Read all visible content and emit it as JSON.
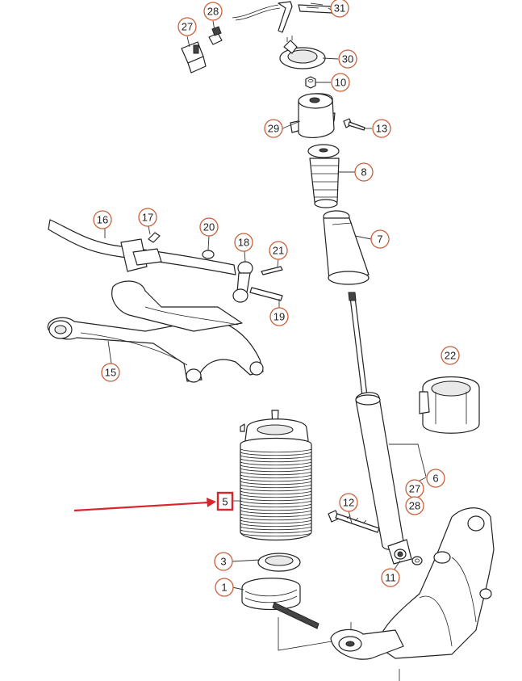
{
  "callouts": [
    {
      "id": "c27a",
      "label": "27"
    },
    {
      "id": "c28a",
      "label": "28"
    },
    {
      "id": "c31",
      "label": "31"
    },
    {
      "id": "c30",
      "label": "30"
    },
    {
      "id": "c10",
      "label": "10"
    },
    {
      "id": "c29",
      "label": "29"
    },
    {
      "id": "c13",
      "label": "13"
    },
    {
      "id": "c8",
      "label": "8"
    },
    {
      "id": "c7",
      "label": "7"
    },
    {
      "id": "c16",
      "label": "16"
    },
    {
      "id": "c17",
      "label": "17"
    },
    {
      "id": "c20",
      "label": "20"
    },
    {
      "id": "c18",
      "label": "18"
    },
    {
      "id": "c21",
      "label": "21"
    },
    {
      "id": "c19",
      "label": "19"
    },
    {
      "id": "c15",
      "label": "15"
    },
    {
      "id": "c22",
      "label": "22"
    },
    {
      "id": "c6",
      "label": "6"
    },
    {
      "id": "c27b",
      "label": "27"
    },
    {
      "id": "c28b",
      "label": "28"
    },
    {
      "id": "c12",
      "label": "12"
    },
    {
      "id": "c11",
      "label": "11"
    },
    {
      "id": "c3",
      "label": "3"
    },
    {
      "id": "c1",
      "label": "1"
    }
  ],
  "highlight": {
    "label": "5",
    "color": "#d8262c"
  }
}
